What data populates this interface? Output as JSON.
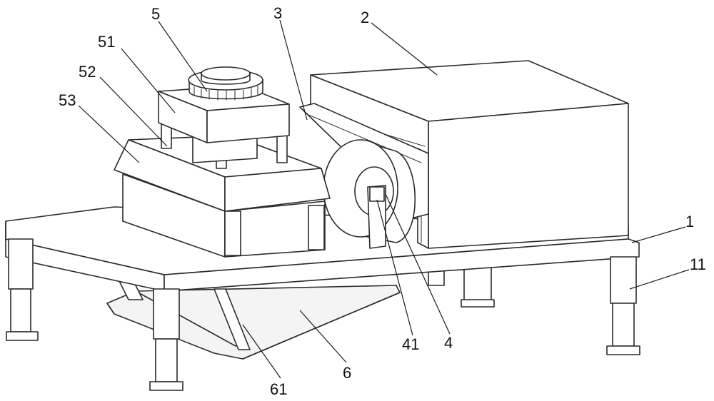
{
  "labels": {
    "l1": "1",
    "l11": "11",
    "l2": "2",
    "l3": "3",
    "l4": "4",
    "l41": "41",
    "l5": "5",
    "l51": "51",
    "l52": "52",
    "l53": "53",
    "l6": "6",
    "l61": "61"
  },
  "colors": {
    "line": "#2a2a2a",
    "background": "#ffffff"
  }
}
